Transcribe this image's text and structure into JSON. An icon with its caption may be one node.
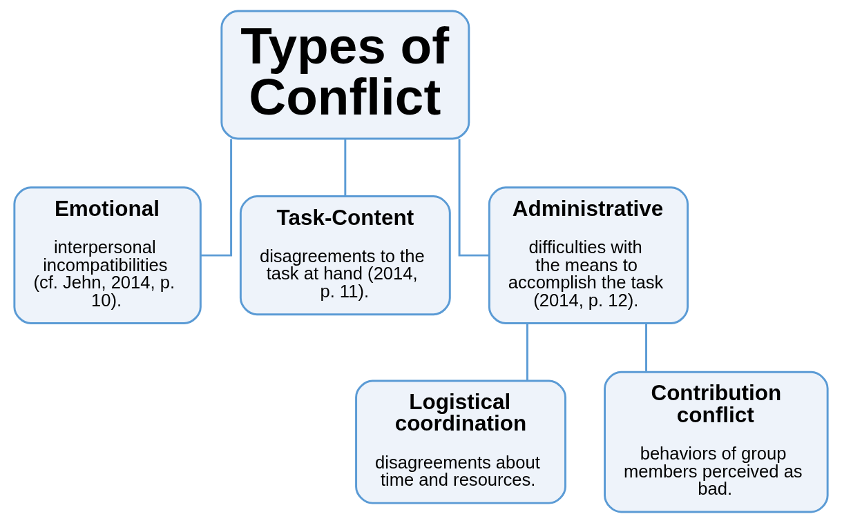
{
  "diagram": {
    "nodes": [
      {
        "text": [
          "Types of Conflict"
        ]
      },
      {
        "text": [
          "Emotional",
          "interpersonal incompatibilities (cf. Jehn, 2014, p. 10)."
        ]
      },
      {
        "text": [
          "Task-Content",
          "disagreements to the task at hand (2014, p. 11)."
        ]
      },
      {
        "text": [
          "Administrative",
          "difficulties with the means to accomplish the task (2014, p. 12)."
        ]
      },
      {
        "text": [
          "Logistical coordination",
          "disagreements about time and resources."
        ]
      },
      {
        "text": [
          "Contribution conflict",
          "behaviors of group members perceived as bad."
        ]
      }
    ],
    "edges": [
      {
        "from": 0,
        "to": 1,
        "arrow": "none"
      },
      {
        "from": 0,
        "to": 2,
        "arrow": "none"
      },
      {
        "from": 0,
        "to": 3,
        "arrow": "none"
      },
      {
        "from": 3,
        "to": 4,
        "arrow": "none"
      },
      {
        "from": 3,
        "to": 5,
        "arrow": "none"
      }
    ]
  }
}
